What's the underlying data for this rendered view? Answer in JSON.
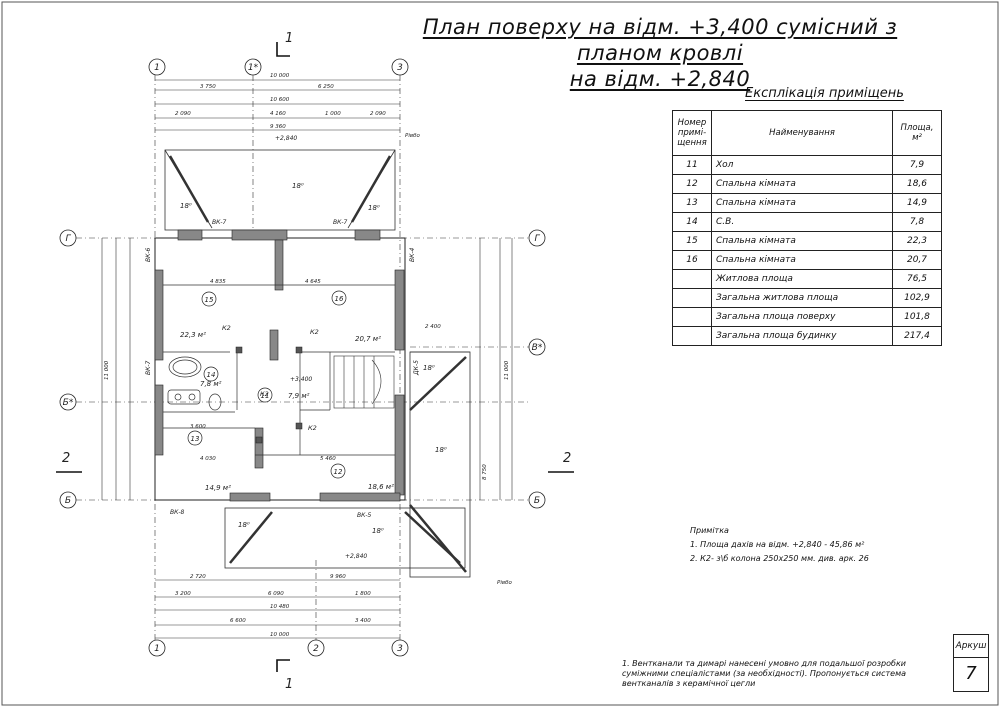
{
  "title": {
    "line1": "План поверху на відм. +3,400 сумісний з планом кровлі",
    "line2": "на відм. +2,840"
  },
  "explication": {
    "title": "Експлікація приміщень",
    "headers": {
      "number": "Номер примі- щення",
      "name": "Найменування",
      "area": "Площа, м²"
    },
    "rows": [
      {
        "n": "11",
        "name": "Хол",
        "area": "7,9"
      },
      {
        "n": "12",
        "name": "Спальна кімната",
        "area": "18,6"
      },
      {
        "n": "13",
        "name": "Спальна кімната",
        "area": "14,9"
      },
      {
        "n": "14",
        "name": "С.В.",
        "area": "7,8"
      },
      {
        "n": "15",
        "name": "Спальна кімната",
        "area": "22,3"
      },
      {
        "n": "16",
        "name": "Спальна кімната",
        "area": "20,7"
      },
      {
        "n": "",
        "name": "Житлова площа",
        "area": "76,5"
      },
      {
        "n": "",
        "name": "Загальна житлова площа",
        "area": "102,9"
      },
      {
        "n": "",
        "name": "Загальна площа поверху",
        "area": "101,8"
      },
      {
        "n": "",
        "name": "Загальна площа будинку",
        "area": "217,4"
      }
    ]
  },
  "notes": {
    "heading": "Примітка",
    "line1": "1. Площа дахів на відм. +2,840 - 45,86 м²",
    "line2": "2. К2- з\\б колона 250х250 мм. див. арк. 26"
  },
  "footnote": "1. Вентканали та димарі нанесені умовно для подальшої розробки суміжними спеціалістами (за необхідності). Пропонується система вентканалів з керамічної цегли",
  "sheet": {
    "label": "Аркуш",
    "number": "7"
  },
  "plan": {
    "axes": {
      "a1": "1",
      "a1s": "1*",
      "a2": "2",
      "a3": "3",
      "g": "Г",
      "v": "В*",
      "bs": "Б*",
      "b": "Б"
    },
    "section": {
      "top": "1",
      "bottom": "1",
      "left": "2",
      "right": "2"
    },
    "rooms": {
      "r11": "11",
      "r12": "12",
      "r13": "13",
      "r14": "14",
      "r15": "15",
      "r16": "16"
    },
    "room_areas": {
      "r15": "22,3 м²",
      "r16": "20,7 м²",
      "r14": "7,8 м²",
      "r11": "7,9 м²",
      "r13": "14,9 м²",
      "r12": "18,6 м²"
    },
    "slopes": {
      "s1": "18⁰",
      "s2": "18⁰",
      "s3": "18⁰",
      "s4": "18⁰",
      "s5": "18⁰",
      "s6": "18⁰",
      "s7": "18⁰"
    },
    "levels": {
      "top": "+2,840",
      "bottom": "+2,840",
      "stair": "+3,400"
    },
    "vk": {
      "vk7a": "ВК-7",
      "vk7b": "ВК-7",
      "vk6": "ВК-6",
      "vk7c": "ВК-7",
      "vk8": "ВК-8",
      "vk5": "ВК-5",
      "vk4": "ВК-4",
      "dk5": "ДК-5"
    },
    "k2": {
      "k1": "К2",
      "k2": "К2",
      "k3": "К2",
      "k4": "К2"
    },
    "ridge": {
      "top": "Рівбо",
      "bottom": "Рівбо"
    },
    "dims": {
      "top1": "10 000",
      "top2a": "3 750",
      "top2b": "6 250",
      "top3": "10 600",
      "top4a": "2 090",
      "top4b": "4 160",
      "top4c": "1 000",
      "top4d": "2 090",
      "top5": "9 360",
      "bot1a": "2 720",
      "bot1b": "9 960",
      "bot2a": "3 200",
      "bot2b": "6 090",
      "bot2c": "1 800",
      "bot3": "10 480",
      "bot4a": "6 600",
      "bot4b": "3 400",
      "bot5": "10 000",
      "left1": "11 000",
      "right1": "11 000",
      "right2": "8 750",
      "r15a": "4 835",
      "r16a": "4 645",
      "in1": "2 400",
      "in2": "3 600",
      "in3": "4 030",
      "in4": "5 460"
    }
  }
}
